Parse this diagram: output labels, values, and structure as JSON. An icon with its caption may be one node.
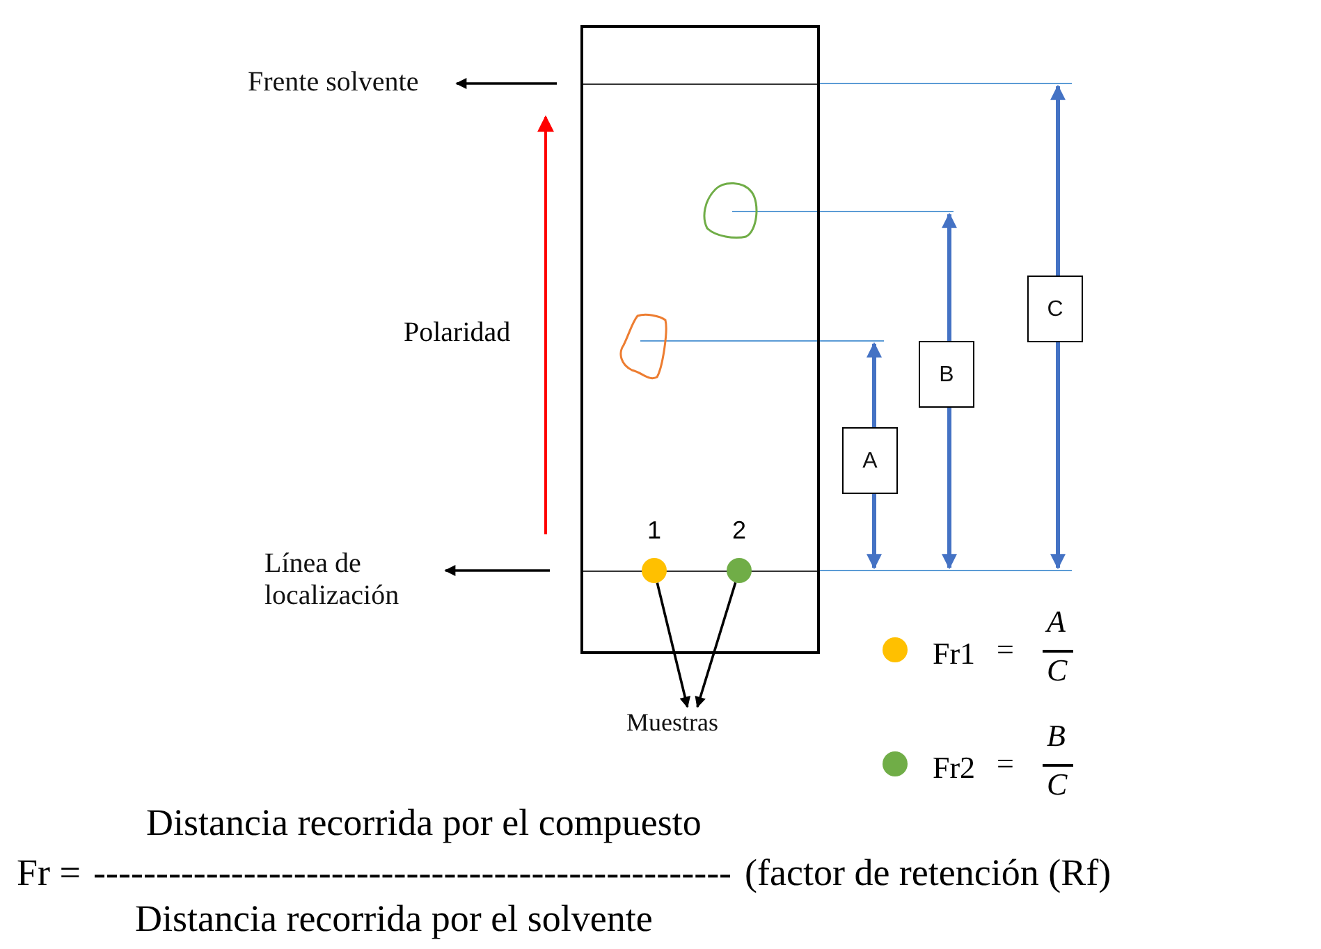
{
  "diagram": {
    "nodes": [
      {
        "text": [],
        "shape": "box"
      },
      {
        "text": [
          "Frente solvente"
        ]
      },
      {
        "text": [
          "Línea de localización"
        ]
      },
      {
        "text": [],
        "shape": "cloud",
        "in": 0
      },
      {
        "text": [],
        "shape": "cloud",
        "in": 0
      },
      {
        "text": [],
        "shape": "circle",
        "in": 0,
        "beside": [
          "1"
        ]
      },
      {
        "text": [],
        "shape": "circle",
        "in": 0,
        "beside": [
          "2"
        ]
      },
      {
        "text": [
          "Muestras"
        ]
      },
      {
        "text": [
          "A"
        ]
      },
      {
        "text": [
          "B"
        ]
      },
      {
        "text": [
          "C"
        ]
      }
    ],
    "edges": [
      {
        "from": null,
        "to": 1,
        "arrow": "to"
      },
      {
        "from": null,
        "to": 2,
        "arrow": "to"
      },
      {
        "from": 5,
        "to": 7,
        "arrow": "to"
      },
      {
        "from": 6,
        "to": 7,
        "arrow": "to"
      }
    ],
    "labels": [
      "Polaridad",
      "=",
      "A",
      "C",
      "=",
      "B",
      "C",
      "Distancia recorrida por el compuesto",
      "Fr =",
      "---------------------------------------------------",
      "(factor de retención (Rf)",
      "Distancia recorrida por el solvente"
    ],
    "legend": [
      {
        "text": "Fr1",
        "color": "#ffc000"
      },
      {
        "text": "Fr2",
        "color": "#70ad47"
      }
    ]
  }
}
